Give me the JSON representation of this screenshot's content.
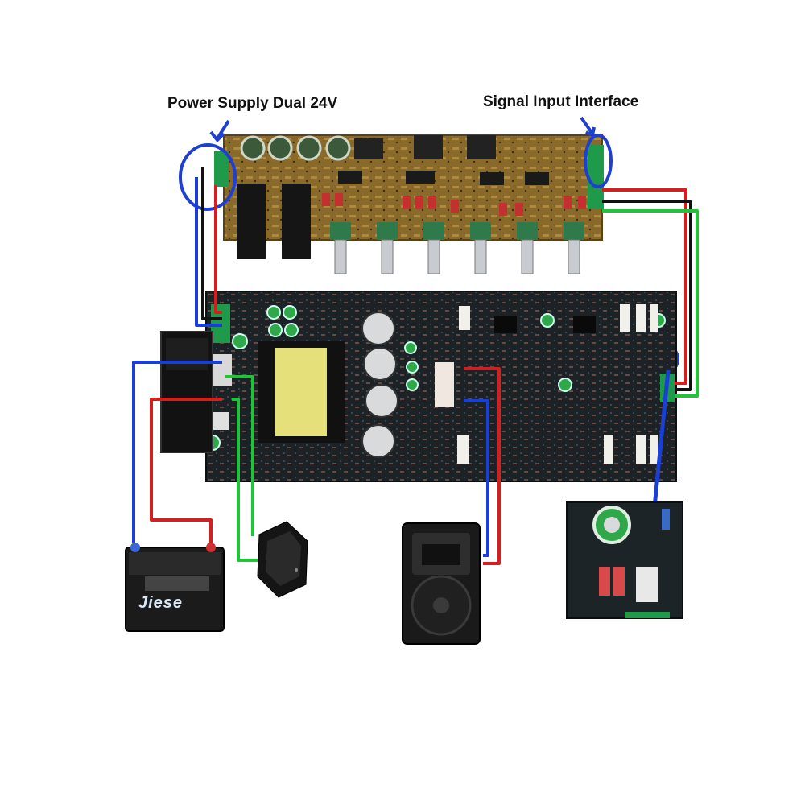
{
  "labels": {
    "power_supply": "Power Supply Dual 24V",
    "signal_input": "Signal Input Interface"
  },
  "battery": {
    "brand": "Jiese"
  },
  "colors": {
    "wire_red": "#d21f1f",
    "wire_blue": "#1a3fd6",
    "wire_green": "#22c23a",
    "wire_black": "#111111",
    "pcb_dark": "#1c2226",
    "pcb_tone": "#8a6a2a",
    "highlight": "#1f3fd0"
  }
}
